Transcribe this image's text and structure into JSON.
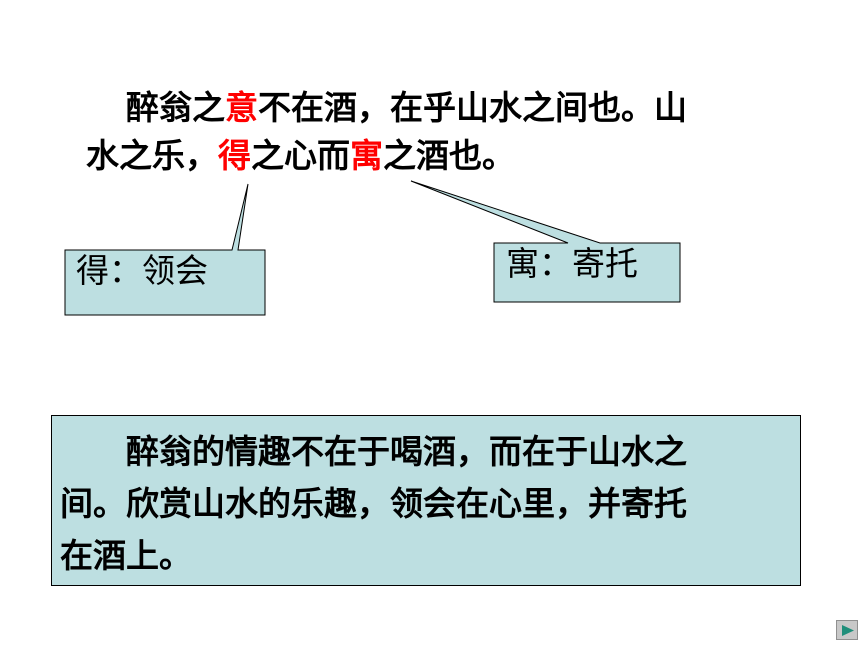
{
  "passage": {
    "line1": {
      "part_a": "醉翁之",
      "key_yi": "意",
      "part_b": "不在酒，在乎山水之间也。山"
    },
    "line2": {
      "part_a": "水之乐，",
      "key_de": "得",
      "part_b": "之心而",
      "key_yu": "寓",
      "part_c": "之酒也。"
    }
  },
  "callouts": {
    "de_note": "得：领会",
    "yu_note": "寓：寄托"
  },
  "translation": {
    "line1": "醉翁的情趣不在于喝酒，而在于山水之",
    "line2": "间。欣赏山水的乐趣，领会在心里，并寄托",
    "line3": "在酒上。"
  },
  "colors": {
    "keyword": "#ff0000",
    "box_fill": "#bddfe1"
  },
  "nav": {
    "next_icon": "play-triangle-icon"
  }
}
